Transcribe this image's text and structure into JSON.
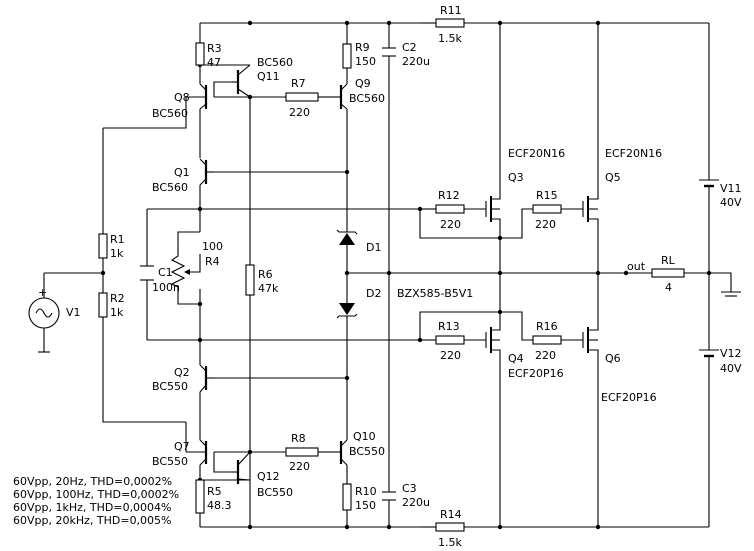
{
  "components": {
    "R1": {
      "ref": "R1",
      "value": "1k"
    },
    "R2": {
      "ref": "R2",
      "value": "1k"
    },
    "R3": {
      "ref": "R3",
      "value": "47"
    },
    "R4": {
      "ref": "R4",
      "value": "100"
    },
    "R5": {
      "ref": "R5",
      "value": "48.3"
    },
    "R6": {
      "ref": "R6",
      "value": "47k"
    },
    "R7": {
      "ref": "R7",
      "value": "220"
    },
    "R8": {
      "ref": "R8",
      "value": "220"
    },
    "R9": {
      "ref": "R9",
      "value": "150"
    },
    "R10": {
      "ref": "R10",
      "value": "150"
    },
    "R11": {
      "ref": "R11",
      "value": "1.5k"
    },
    "R12": {
      "ref": "R12",
      "value": "220"
    },
    "R13": {
      "ref": "R13",
      "value": "220"
    },
    "R14": {
      "ref": "R14",
      "value": "1.5k"
    },
    "R15": {
      "ref": "R15",
      "value": "220"
    },
    "R16": {
      "ref": "R16",
      "value": "220"
    },
    "RL": {
      "ref": "RL",
      "value": "4"
    },
    "C1": {
      "ref": "C1",
      "value": "100n"
    },
    "C2": {
      "ref": "C2",
      "value": "220u"
    },
    "C3": {
      "ref": "C3",
      "value": "220u"
    },
    "Q1": {
      "ref": "Q1",
      "value": "BC560"
    },
    "Q2": {
      "ref": "Q2",
      "value": "BC550"
    },
    "Q3": {
      "ref": "Q3",
      "value": "ECF20N16"
    },
    "Q4": {
      "ref": "Q4",
      "value": "ECF20P16"
    },
    "Q5": {
      "ref": "Q5",
      "value": "ECF20N16"
    },
    "Q6": {
      "ref": "Q6",
      "value": "ECF20P16"
    },
    "Q7": {
      "ref": "Q7",
      "value": "BC550"
    },
    "Q8": {
      "ref": "Q8",
      "value": "BC560"
    },
    "Q9": {
      "ref": "Q9",
      "value": "BC560"
    },
    "Q10": {
      "ref": "Q10",
      "value": "BC550"
    },
    "Q11": {
      "ref": "Q11",
      "value": "BC560"
    },
    "Q12": {
      "ref": "Q12",
      "value": "BC550"
    },
    "D1": {
      "ref": "D1",
      "value": ""
    },
    "D2": {
      "ref": "D2",
      "value": "BZX585-B5V1"
    },
    "V1": {
      "ref": "V1"
    },
    "V11": {
      "ref": "V11",
      "value": "40V"
    },
    "V12": {
      "ref": "V12",
      "value": "40V"
    }
  },
  "output_net_label": "out",
  "thd_notes": [
    "60Vpp, 20Hz, THD=0,0002%",
    "60Vpp, 100Hz, THD=0,0002%",
    "60Vpp, 1kHz, THD=0,0004%",
    "60Vpp, 20kHz, THD=0,005%"
  ]
}
